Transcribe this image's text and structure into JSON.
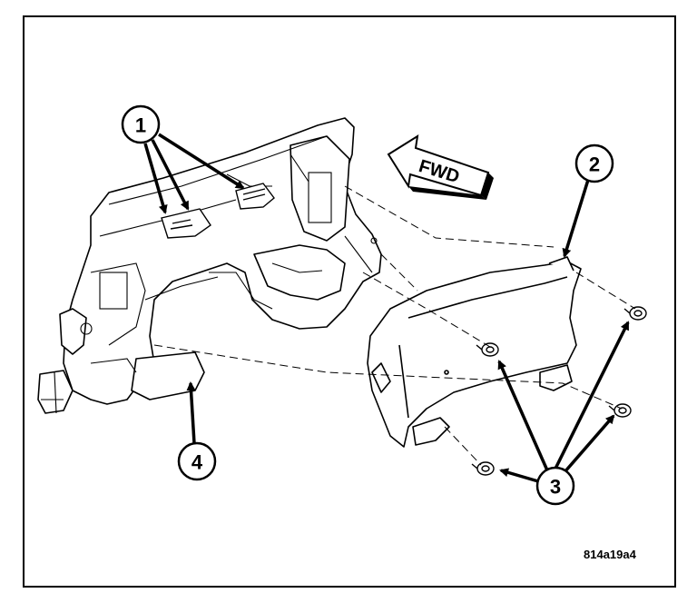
{
  "diagram": {
    "direction_label": "FWD",
    "figure_id": "814a19a4",
    "callouts": [
      {
        "id": "callout-1",
        "label": "1"
      },
      {
        "id": "callout-2",
        "label": "2"
      },
      {
        "id": "callout-3",
        "label": "3"
      },
      {
        "id": "callout-4",
        "label": "4"
      }
    ]
  }
}
